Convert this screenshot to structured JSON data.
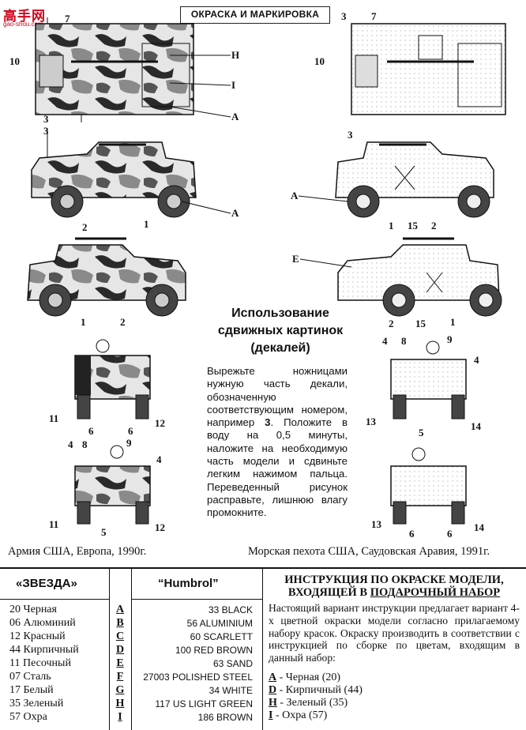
{
  "logo": {
    "text": "高手网",
    "sub": "gao-shou.com"
  },
  "header": {
    "title": "ОКРАСКА И МАРКИРОВКА"
  },
  "callouts_left": [
    "7",
    "3",
    "10",
    "3",
    "2",
    "1",
    "1",
    "2",
    "11",
    "6",
    "6",
    "12",
    "4",
    "8",
    "9",
    "4",
    "11",
    "5",
    "12"
  ],
  "callouts_right": [
    "3",
    "7",
    "10",
    "3",
    "1",
    "15",
    "2",
    "2",
    "15",
    "1",
    "4",
    "8",
    "9",
    "4",
    "13",
    "5",
    "14",
    "13",
    "6",
    "6",
    "14"
  ],
  "color_glyphs": {
    "top_h": "H",
    "top_i": "I",
    "top_a": "A",
    "side_a": "A",
    "right_a": "A",
    "right_e": "E"
  },
  "decals": {
    "title_line1": "Использование",
    "title_line2": "сдвижных картинок",
    "title_line3": "(декалей)",
    "text_pre": "Вырежьте ножницами нужную часть декали, обозначенную соответствующим номером, например ",
    "text_num": "3",
    "text_post": ". Положите в воду на 0,5 минуты, наложите на необходимую часть модели и сдвиньте легким нажимом пальца. Переведенный рисунок расправьте, лишнюю влагу промокните."
  },
  "captions": {
    "left": "Армия США, Европа, 1990г.",
    "right": "Морская пехота США, Саудовская Аравия, 1991г."
  },
  "table": {
    "zvezda_header": "«ЗВЕЗДА»",
    "humbrol_header": "“Humbrol”",
    "rows": [
      {
        "zvezda": "20 Черная",
        "glyph": "A",
        "humbrol": "33 BLACK"
      },
      {
        "zvezda": "06 Алюминий",
        "glyph": "B",
        "humbrol": "56 ALUMINIUM"
      },
      {
        "zvezda": "12 Красный",
        "glyph": "C",
        "humbrol": "60 SCARLETT"
      },
      {
        "zvezda": "44 Кирпичный",
        "glyph": "D",
        "humbrol": "100 RED BROWN"
      },
      {
        "zvezda": "11 Песочный",
        "glyph": "E",
        "humbrol": "63 SAND"
      },
      {
        "zvezda": "07 Сталь",
        "glyph": "F",
        "humbrol": "27003 POLISHED STEEL"
      },
      {
        "zvezda": "17 Белый",
        "glyph": "G",
        "humbrol": "34 WHITE"
      },
      {
        "zvezda": "35 Зеленый",
        "glyph": "H",
        "humbrol": "117 US LIGHT GREEN"
      },
      {
        "zvezda": "57 Охра",
        "glyph": "I",
        "humbrol": "186 BROWN"
      }
    ]
  },
  "instruction": {
    "title_line1": "ИНСТРУКЦИЯ ПО ОКРАСКЕ МОДЕЛИ,",
    "title_line2_pre": "ВХОДЯЩЕЙ В ",
    "title_line2_u": "ПОДАРОЧНЫЙ НАБОР",
    "body": "Настоящий вариант инструкции предлагает вариант 4-х цветной окраски модели согласно прилагаемому набору красок. Окраску производить в соответствии с инструкцией по сборке по цветам, входящим в данный набор:",
    "legend": [
      {
        "glyph": "A",
        "text": "- Черная (20)"
      },
      {
        "glyph": "D",
        "text": "- Кирпичный (44)"
      },
      {
        "glyph": "H",
        "text": "- Зеленый (35)"
      },
      {
        "glyph": "I",
        "text": "- Охра (57)"
      }
    ]
  }
}
